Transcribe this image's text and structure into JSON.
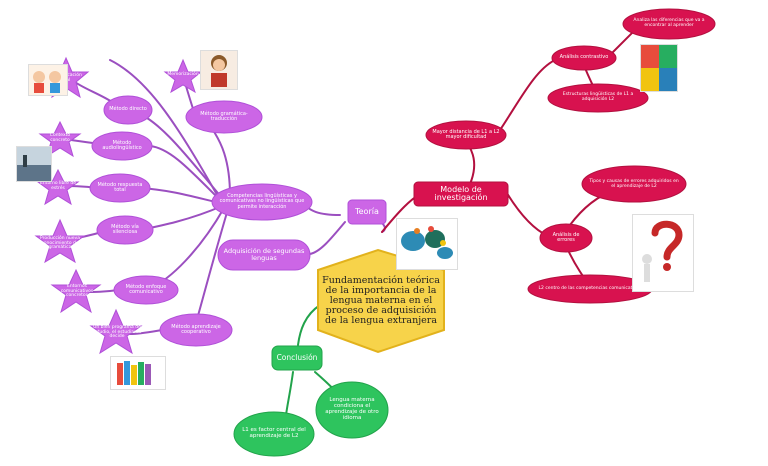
{
  "colors": {
    "purple": "#cc66e6",
    "purple_line": "#9b4fc0",
    "crimson": "#d8124f",
    "crimson_line": "#b3103f",
    "green": "#2ec45e",
    "green_line": "#22a34b",
    "center": "#f7d34a",
    "center_border": "#e2b21c"
  },
  "center": {
    "text": "Fundamentación teórica de la importancia de la lengua materna en el proceso de adquisición de la lengua extranjera"
  },
  "branches": {
    "teoria": "Teoría",
    "modelo": "Modelo de investigación",
    "conclusion": "Conclusión"
  },
  "purple_nodes": {
    "competencias": "Competencias lingüísticas y comunicativas no lingüísticas que permite interacción",
    "adquisicion": "Adquisición de segundas lenguas",
    "gramatica_traduccion": "Método gramática-traducción",
    "memorizacion": "Memorización",
    "metodo_directo": "Método directo",
    "comunicacion_oral": "Comunicación oral",
    "audiolingue": "Método audiolingüístico",
    "contexto_concreto": "Contexto concreto",
    "respuesta_total": "Método respuesta total",
    "entorno_libre": "Entorno libre de estrés",
    "metodo_silencioso": "Método vía silenciosa",
    "produccion_nueva": "Producción nueva conocimiento de gramática",
    "enfoque_comunicativo": "Método enfoque comunicativo",
    "entornos_comunicativos": "Entornos comunicativos concretos",
    "aprendizaje_cooperativo": "Método aprendizaje cooperativo",
    "programa_estudio": "Un bien programa de estudio, el estudiante decide"
  },
  "crimson_nodes": {
    "mayor_distancia": "Mayor distancia de L1 a L2 mayor dificultad",
    "analisis_contrastivo": "Análisis contrastivo",
    "analisis_diferencias": "Analiza las diferencias que va a encontrar al aprender",
    "estructuras": "Estructuras lingüísticas de L1 a adquisición L2",
    "analisis_errores": "Análisis de errores",
    "tipos_causas": "Tipos y causas de errores adquiridos en el aprendizaje de L2",
    "centro_competencias": "L2 centro de las competencias comunicativas"
  },
  "green_nodes": {
    "factor_central": "L1 es factor central del aprendizaje de L2",
    "lengua_materna": "Lengua materna condiciona el aprendizaje de otro idioma"
  }
}
